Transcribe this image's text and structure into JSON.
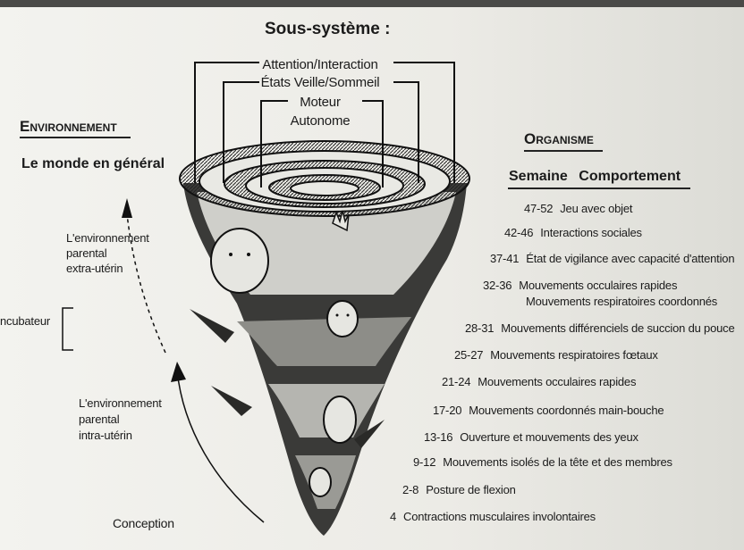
{
  "title": "Sous-système :",
  "subsystems": [
    "Attention/Interaction",
    "États Veille/Sommeil",
    "Moteur",
    "Autonome"
  ],
  "environment": {
    "heading": "Environnement",
    "subtitle": "Le monde en général",
    "extra_uterine": [
      "L'environnement",
      "parental",
      "extra-utérin"
    ],
    "incubator": "ncubateur",
    "intra_uterine": [
      "L'environnement",
      "parental",
      "intra-utérin"
    ],
    "conception": "Conception"
  },
  "organism": {
    "heading": "Organisme",
    "col_week": "Semaine",
    "col_behaviour": "Comportement",
    "rows": [
      {
        "week": "47-52",
        "behaviour": "Jeu avec objet"
      },
      {
        "week": "42-46",
        "behaviour": "Interactions sociales"
      },
      {
        "week": "37-41",
        "behaviour": "État de vigilance avec capacité d'attention"
      },
      {
        "week": "32-36",
        "behaviour": "Mouvements occulaires rapides"
      },
      {
        "week": "",
        "behaviour": "Mouvements respiratoires coordonnés"
      },
      {
        "week": "28-31",
        "behaviour": "Mouvements différenciels de succion du pouce"
      },
      {
        "week": "25-27",
        "behaviour": "Mouvements respiratoires fœtaux"
      },
      {
        "week": "21-24",
        "behaviour": "Mouvements occulaires rapides"
      },
      {
        "week": "17-20",
        "behaviour": "Mouvements coordonnés main-bouche"
      },
      {
        "week": "13-16",
        "behaviour": "Ouverture et mouvements des yeux"
      },
      {
        "week": "9-12",
        "behaviour": "Mouvements isolés de la tête et des membres"
      },
      {
        "week": "2-8",
        "behaviour": "Posture de flexion"
      },
      {
        "week": "4",
        "behaviour": "Contractions musculaires involontaires"
      }
    ]
  }
}
